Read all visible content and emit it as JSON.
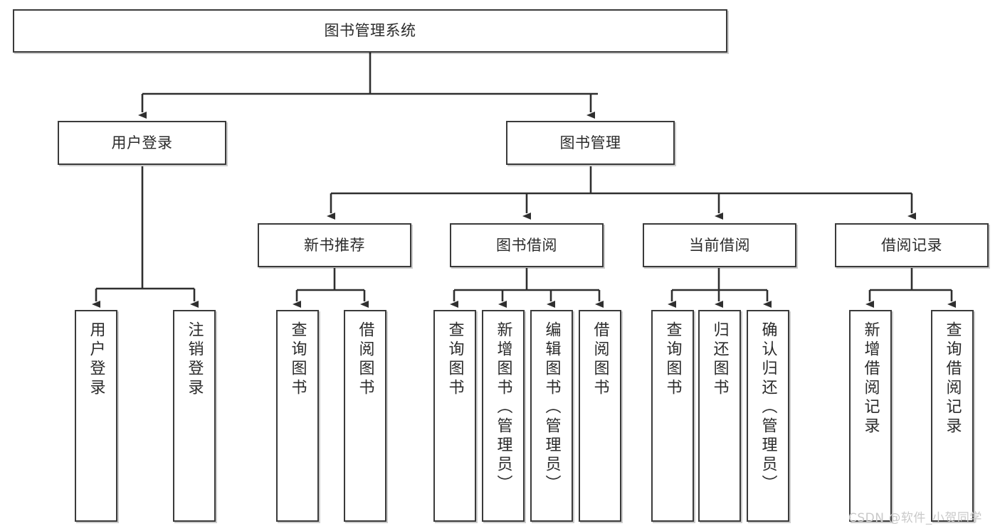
{
  "diagram": {
    "title_node": {
      "label": "图书管理系统"
    },
    "level2": [
      {
        "id": "user-login",
        "label": "用户登录"
      },
      {
        "id": "book-management",
        "label": "图书管理"
      }
    ],
    "level3": [
      {
        "id": "new-book-recommend",
        "label": "新书推荐"
      },
      {
        "id": "book-borrow",
        "label": "图书借阅"
      },
      {
        "id": "current-borrow",
        "label": "当前借阅"
      },
      {
        "id": "borrow-record",
        "label": "借阅记录"
      }
    ],
    "leaves": [
      {
        "id": "leaf-user-login",
        "label": "用户登录"
      },
      {
        "id": "leaf-logout-login",
        "label": "注销登录"
      },
      {
        "id": "leaf-query-book-1",
        "label": "查询图书"
      },
      {
        "id": "leaf-borrow-book-1",
        "label": "借阅图书"
      },
      {
        "id": "leaf-query-book-2",
        "label": "查询图书"
      },
      {
        "id": "leaf-add-book",
        "label": "新增图书（管理员）"
      },
      {
        "id": "leaf-edit-book",
        "label": "编辑图书（管理员）"
      },
      {
        "id": "leaf-borrow-book-2",
        "label": "借阅图书"
      },
      {
        "id": "leaf-query-book-3",
        "label": "查询图书"
      },
      {
        "id": "leaf-return-book",
        "label": "归还图书"
      },
      {
        "id": "leaf-confirm-return",
        "label": "确认归还（管理员）"
      },
      {
        "id": "leaf-add-borrow-record",
        "label": "新增借阅记录"
      },
      {
        "id": "leaf-query-borrow-record",
        "label": "查询借阅记录"
      }
    ]
  },
  "watermark": {
    "text": "CSDN @软件_小贺同学"
  },
  "colors": {
    "node_border": "#3a3a3a",
    "node_fill": "#ffffff",
    "text": "#2b2b2b",
    "edge": "#2f2f2f",
    "watermark": "#c9c9c9",
    "background": "#ffffff"
  }
}
